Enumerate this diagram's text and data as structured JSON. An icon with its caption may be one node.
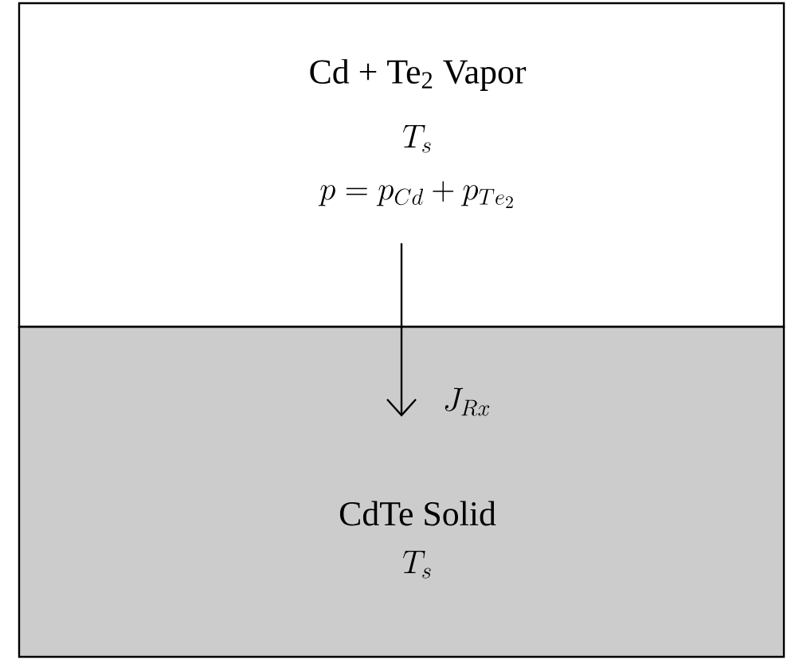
{
  "diagram": {
    "nodes": [
      {
        "text": [
          "Cd + Te$_{2}$ Vapor",
          "T_s",
          "p = p_{Cd}+p_{Te_2}"
        ]
      },
      {
        "text": [
          "CdTe Solid",
          "T_s"
        ]
      }
    ],
    "edges": [
      {
        "from": 0,
        "to": 1,
        "arrow": "to",
        "label": "J_{Rx}"
      }
    ]
  }
}
